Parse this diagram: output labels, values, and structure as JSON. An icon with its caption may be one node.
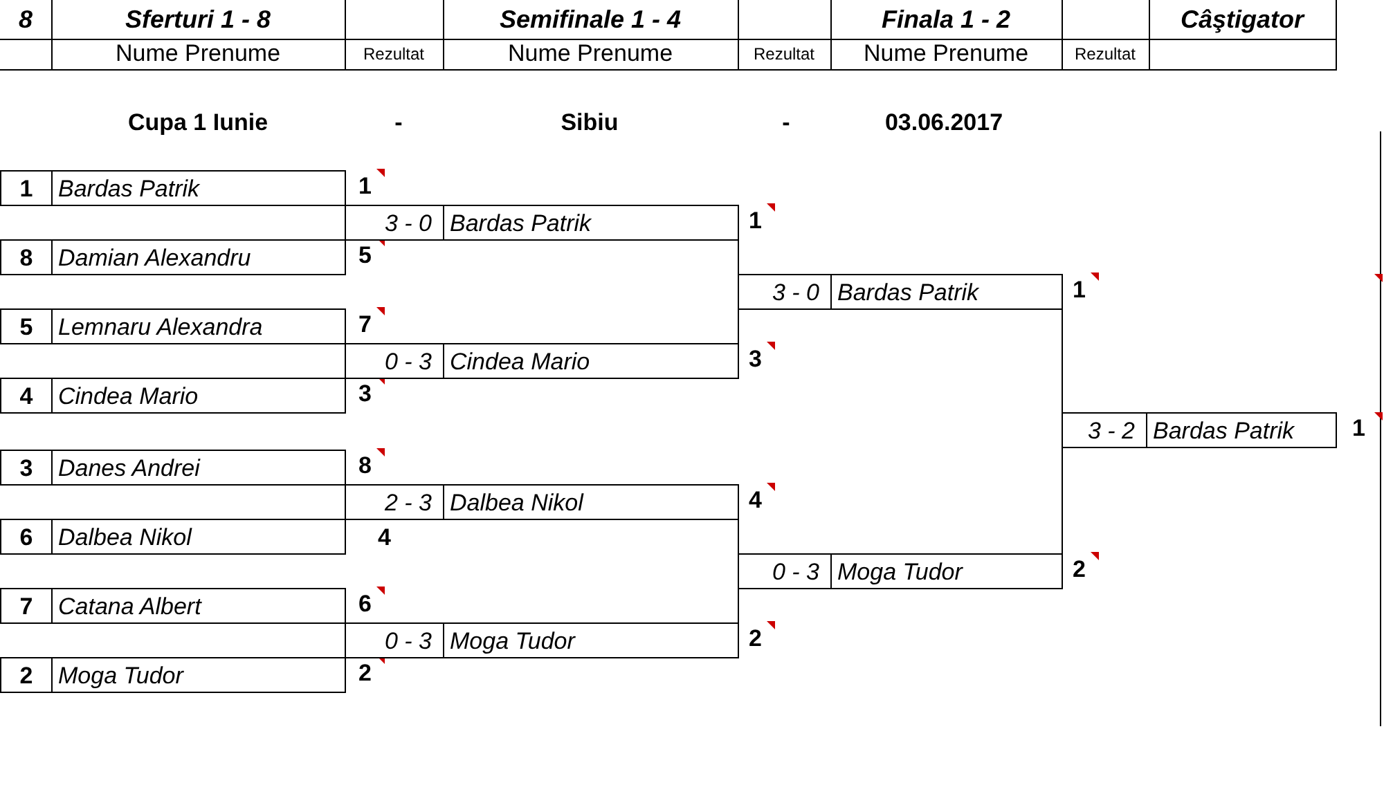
{
  "diagram": {
    "nodes": [
      {
        "text": [
          "1",
          "Bardas Patrik"
        ],
        "beside": [
          "1"
        ]
      },
      {
        "text": [
          "8",
          "Damian Alexandru"
        ],
        "beside": [
          "5"
        ]
      },
      {
        "text": [
          "5",
          "Lemnaru Alexandra"
        ],
        "beside": [
          "7"
        ]
      },
      {
        "text": [
          "4",
          "Cindea Mario"
        ],
        "beside": [
          "3"
        ]
      },
      {
        "text": [
          "3",
          "Danes Andrei"
        ],
        "beside": [
          "8"
        ]
      },
      {
        "text": [
          "6",
          "Dalbea Nikol"
        ]
      },
      {
        "text": [
          "7",
          "Catana Albert"
        ],
        "beside": [
          "6"
        ]
      },
      {
        "text": [
          "2",
          "Moga Tudor"
        ],
        "beside": [
          "2"
        ]
      },
      {
        "text": [
          "3 - 0",
          "Bardas Patrik"
        ],
        "beside": [
          "1"
        ]
      },
      {
        "text": [
          "0 - 3",
          "Cindea Mario"
        ],
        "beside": [
          "3"
        ]
      },
      {
        "text": [
          "2 - 3",
          "Dalbea Nikol"
        ],
        "beside": [
          "4"
        ]
      },
      {
        "text": [
          "0 - 3",
          "Moga Tudor"
        ],
        "beside": [
          "2"
        ]
      },
      {
        "text": [
          "3 - 0",
          "Bardas Patrik"
        ],
        "beside": [
          "1"
        ]
      },
      {
        "text": [
          "0 - 3",
          "Moga Tudor"
        ],
        "beside": [
          "2"
        ]
      },
      {
        "text": [
          "3 - 2",
          "Bardas Patrik"
        ],
        "beside": [
          "1"
        ]
      }
    ],
    "edges": [
      {
        "from": 8,
        "to": 12,
        "arrow": "none"
      },
      {
        "from": 9,
        "to": 12,
        "arrow": "none"
      },
      {
        "from": 10,
        "to": 13,
        "arrow": "none"
      },
      {
        "from": 11,
        "to": 13,
        "arrow": "none"
      },
      {
        "from": 12,
        "to": 14,
        "arrow": "none"
      },
      {
        "from": 13,
        "to": 14,
        "arrow": "none"
      }
    ],
    "labels": [
      "8",
      "Sferturi 1 - 8",
      "Semifinale 1 - 4",
      "Finala 1 - 2",
      "Câştigator",
      "Nume Prenume",
      "Rezultat",
      "Nume Prenume",
      "Rezultat",
      "Nume Prenume",
      "Rezultat",
      "Cupa 1 Iunie",
      "-",
      "Sibiu",
      "-",
      "03.06.2017",
      "4"
    ]
  }
}
